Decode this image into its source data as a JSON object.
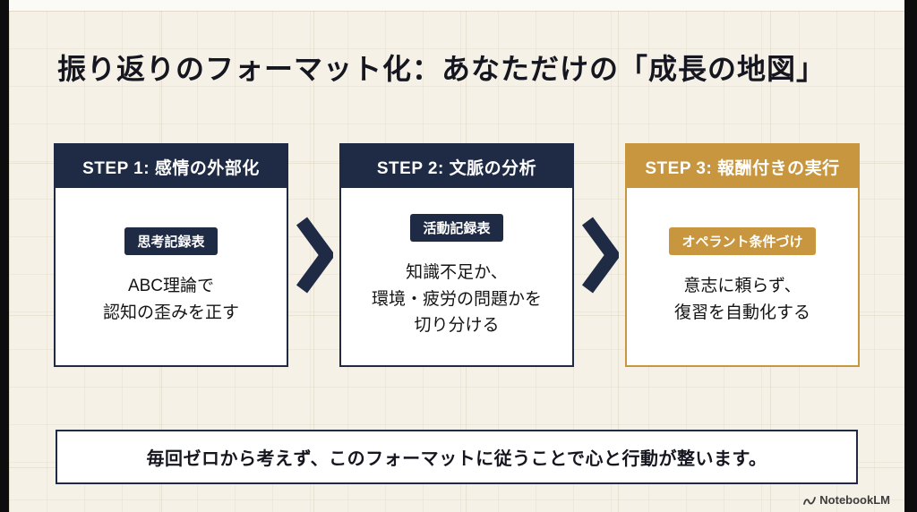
{
  "slide": {
    "title": "振り返りのフォーマット化：あなただけの「成長の地図」",
    "steps": [
      {
        "header": "STEP 1: 感情の外部化",
        "badge": "思考記録表",
        "body": "ABC理論で\n認知の歪みを正す"
      },
      {
        "header": "STEP 2: 文脈の分析",
        "badge": "活動記録表",
        "body": "知識不足か、\n環境・疲労の問題かを\n切り分ける"
      },
      {
        "header": "STEP 3: 報酬付きの実行",
        "badge": "オペラント条件づけ",
        "body": "意志に頼らず、\n復習を自動化する"
      }
    ],
    "footer": "毎回ゼロから考えず、このフォーマットに従うことで心と行動が整います。",
    "watermark": "NotebookLM"
  },
  "colors": {
    "navy": "#1f2b45",
    "gold": "#c8963e",
    "background": "#f5f1e6",
    "card_background": "#ffffff",
    "title_text": "#15161f"
  }
}
